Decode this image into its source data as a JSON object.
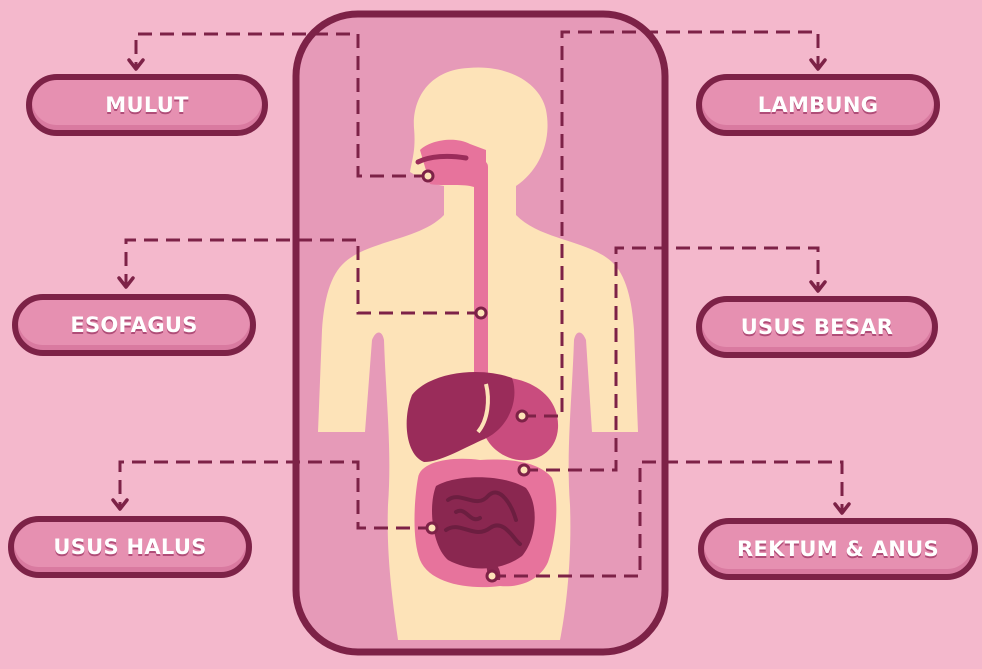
{
  "diagram": {
    "labels": {
      "mulut": "MULUT",
      "lambung": "LAMBUNG",
      "esofagus": "ESOFAGUS",
      "usus_besar": "USUS BESAR",
      "usus_halus": "USUS HALUS",
      "rektum_anus": "REKTUM & ANUS"
    },
    "colors": {
      "background": "#f4b8cc",
      "panel": "#e69ab8",
      "outline": "#7d2247",
      "body": "#fde3b8",
      "organ_dark": "#9a2c5a",
      "organ_pink": "#e7739c",
      "pill_fill": "#e690b1",
      "connector": "#7d2247"
    },
    "icons": [
      "human-body-figure",
      "digestive-system-icon"
    ]
  }
}
